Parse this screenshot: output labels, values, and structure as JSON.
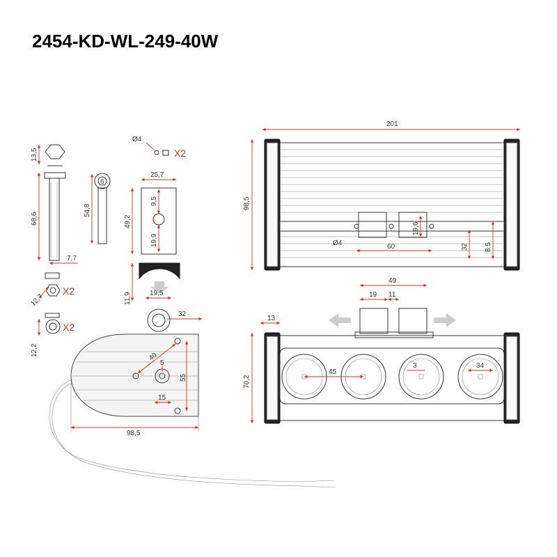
{
  "title": "2454-KD-WL-249-40W",
  "colors": {
    "dimension": "#c0392b",
    "outline": "#333333",
    "arrow": "#cccccc"
  },
  "labels": {
    "hex_height": "13,5",
    "bolt_length": "68,6",
    "bolt_diameter": "7,7",
    "washer_label": "12,7",
    "washer_qty": "X2",
    "nut_label": "12,2",
    "nut_qty": "X2",
    "hole_dia": "Ø4",
    "hole_qty": "X2",
    "eye_bolt_dia": "6",
    "eye_bolt_length": "54,8",
    "bracket_width": "25,7",
    "bracket_height": "49,2",
    "bracket_slot": "9,5",
    "bracket_lower": "19,9",
    "saddle_height": "11,9",
    "side_pivot_width": "19,5",
    "side_offset": "32",
    "side_angle_len": "40",
    "side_small": "5",
    "side_center": "15",
    "side_height": "55",
    "side_depth": "98,5",
    "top_length": "201",
    "top_depth": "98,5",
    "top_mount_spacing": "60",
    "top_mount_width": "19,6",
    "top_hole": "Ø4",
    "top_offset_a": "32",
    "top_offset_b": "8,5",
    "front_total_mount": "49",
    "front_mount_a": "19",
    "front_mount_b": "11",
    "front_end": "13",
    "front_height": "70,2",
    "front_pitch": "45",
    "front_small": "3",
    "front_lens": "34"
  }
}
